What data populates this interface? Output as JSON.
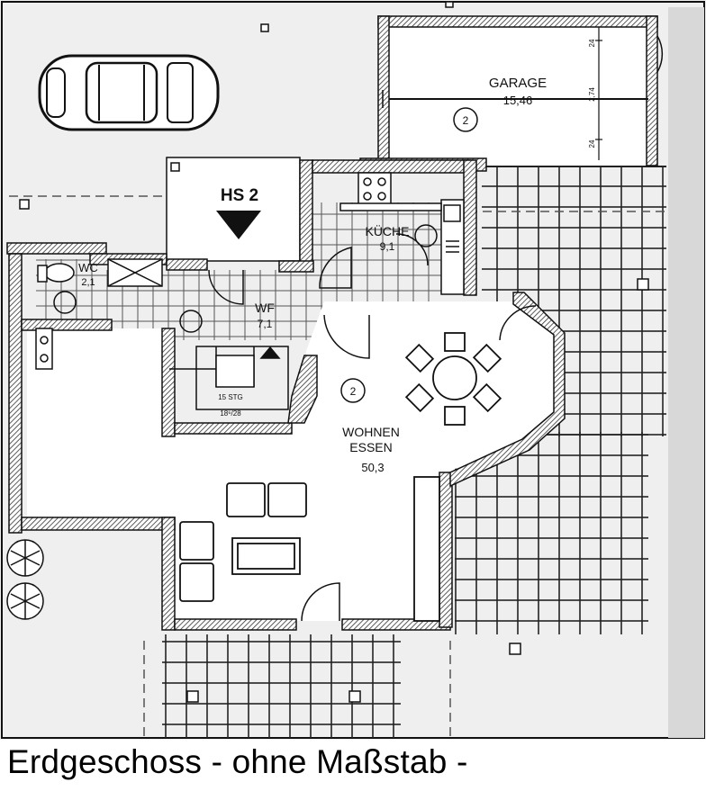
{
  "rooms": {
    "garage": {
      "name": "GARAGE",
      "area": "15,46",
      "heating_symbol": "2"
    },
    "hs": {
      "name": "HS 2"
    },
    "kueche": {
      "name": "KÜCHE",
      "area": "9,1"
    },
    "wc": {
      "name": "WC",
      "area": "2,1"
    },
    "wf": {
      "name": "WF",
      "area": "7,1"
    },
    "wohnen": {
      "name_line1": "WOHNEN",
      "name_line2": "ESSEN",
      "area": "50,3",
      "heating_symbol": "2"
    }
  },
  "stairs": {
    "steps": "15 STG",
    "ratio": "18⁶/28"
  },
  "dimensions": {
    "garage_top": "24",
    "garage_mid": "2,74",
    "garage_low": "24"
  },
  "caption": "Erdgeschoss - ohne Maßstab -",
  "colors": {
    "paper": "#efefef",
    "ink": "#111111",
    "tile": "#222222",
    "wall_hatch": "#333333"
  }
}
